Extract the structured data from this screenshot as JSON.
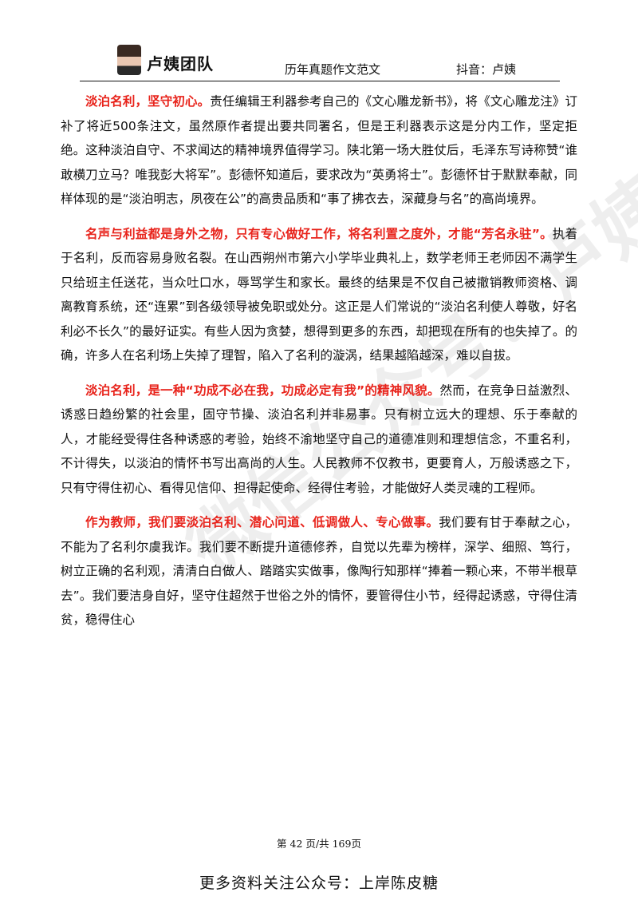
{
  "header": {
    "brand": "卢姨团队",
    "center_title": "历年真题作文范文",
    "right_title": "抖音：卢姨"
  },
  "watermark": "微信公众号：卢姨团队",
  "paragraphs": [
    {
      "lead": "淡泊名利，坚守初心。",
      "body": "责任编辑王利器参考自己的《文心雕龙新书》，将《文心雕龙注》订补了将近500条注文，虽然原作者提出要共同署名，但是王利器表示这是分内工作，坚定拒绝。这种淡泊自守、不求闻达的精神境界值得学习。陕北第一场大胜仗后，毛泽东写诗称赞“谁敢横刀立马？唯我彭大将军”。彭德怀知道后，要求改为“英勇将士”。彭德怀甘于默默奉献，同样体现的是“淡泊明志，夙夜在公”的高贵品质和“事了拂衣去，深藏身与名”的高尚境界。"
    },
    {
      "lead": "名声与利益都是身外之物，只有专心做好工作，将名利置之度外，才能“芳名永驻”。",
      "body": "执着于名利，反而容易身败名裂。在山西朔州市第六小学毕业典礼上，数学老师王老师因不满学生只给班主任送花，当众吐口水，辱骂学生和家长。最终的结果是不仅自己被撤销教师资格、调离教育系统，还“连累”到各级领导被免职或处分。这正是人们常说的“淡泊名利使人尊敬，好名利必不长久”的最好证实。有些人因为贪婪，想得到更多的东西，却把现在所有的也失掉了。的确，许多人在名利场上失掉了理智，陷入了名利的漩涡，结果越陷越深，难以自拔。"
    },
    {
      "lead": "淡泊名利，是一种“功成不必在我，功成必定有我”的精神风貌。",
      "body": "然而，在竞争日益激烈、诱惑日趋纷繁的社会里，固守节操、淡泊名利并非易事。只有树立远大的理想、乐于奉献的人，才能经受得住各种诱惑的考验，始终不渝地坚守自己的道德准则和理想信念，不重名利，不计得失，以淡泊的情怀书写出高尚的人生。人民教师不仅教书，更要育人，万般诱惑之下，只有守得住初心、看得见信仰、担得起使命、经得住考验，才能做好人类灵魂的工程师。"
    },
    {
      "lead": "作为教师，我们要淡泊名利、潜心问道、低调做人、专心做事。",
      "body": "我们要有甘于奉献之心，不能为了名利尔虞我诈。我们要不断提升道德修养，自觉以先辈为榜样，深学、细照、笃行，树立正确的名利观，清清白白做人、踏踏实实做事，像陶行知那样“捧着一颗心来，不带半根草去”。我们要洁身自好，坚守住超然于世俗之外的情怀，要管得住小节，经得起诱惑，守得住清贫，稳得住心"
    }
  ],
  "pager": "第 42 页/共 169页",
  "footer": "更多资料关注公众号：上岸陈皮糖"
}
